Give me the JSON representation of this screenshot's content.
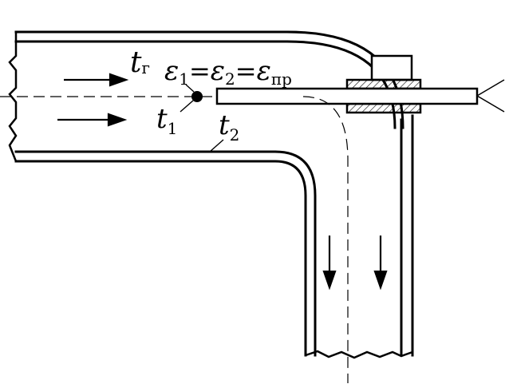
{
  "diagram": {
    "labels": {
      "gas_temp": {
        "main": "t",
        "sub": "г"
      },
      "eps1": {
        "main": "ε",
        "sub": "1"
      },
      "eps2": {
        "main": "ε",
        "sub": "2"
      },
      "eps_pr": {
        "main": "ε",
        "sub": "пр"
      },
      "t1": {
        "main": "t",
        "sub": "1"
      },
      "t2": {
        "main": "t",
        "sub": "2"
      },
      "eq1": "=",
      "eq2": "="
    },
    "colors": {
      "ink": "#000000",
      "background": "#ffffff"
    }
  }
}
